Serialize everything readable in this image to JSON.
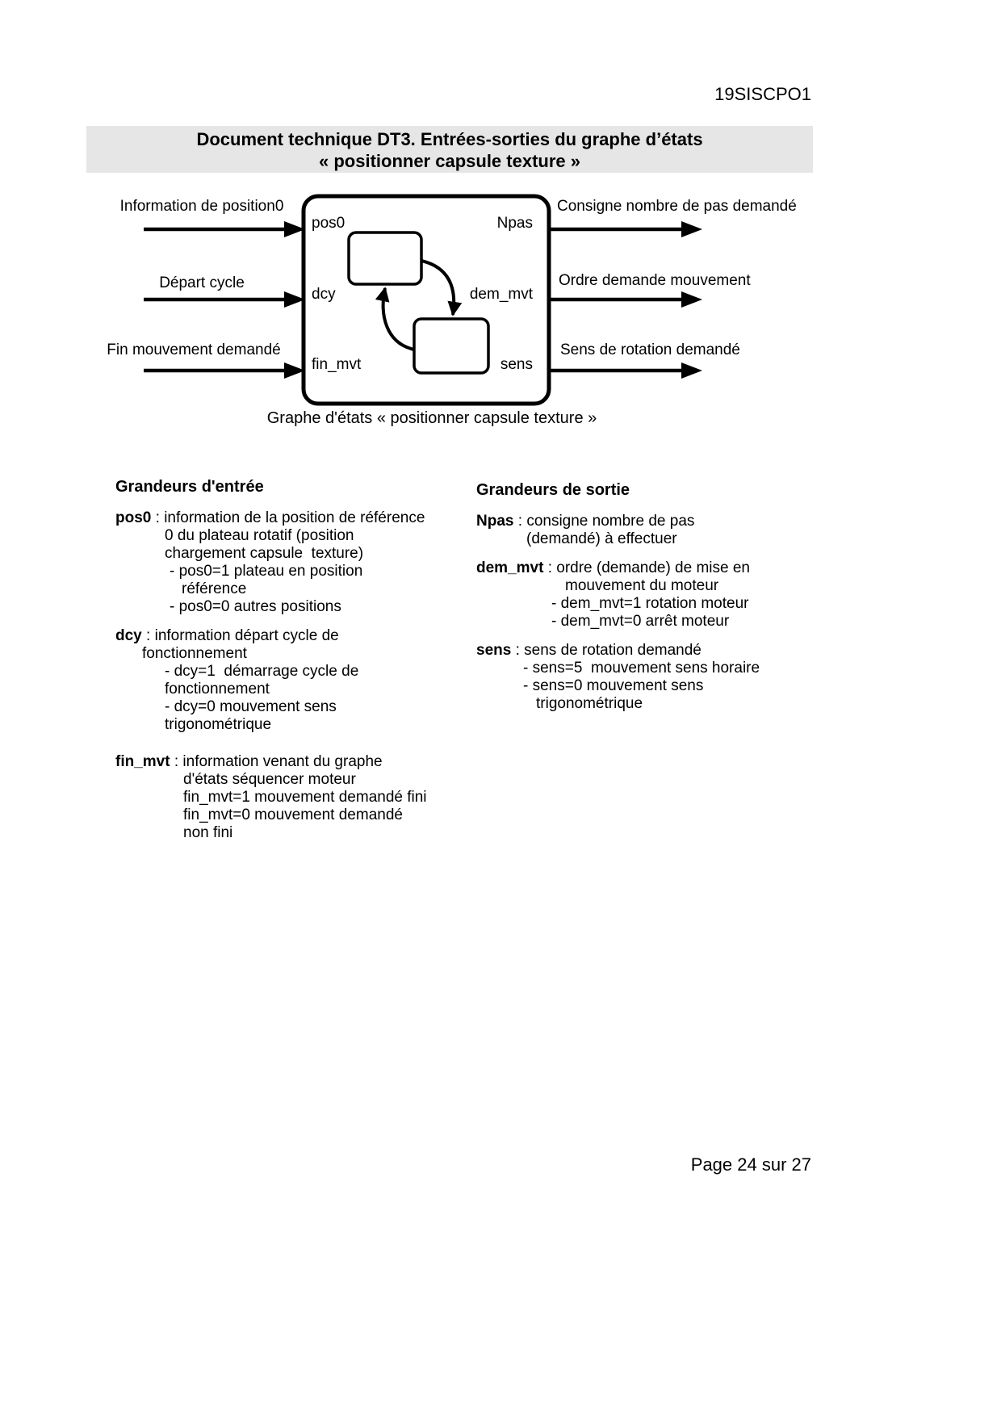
{
  "header": {
    "code": "19SISCPO1"
  },
  "title": {
    "line1": "Document technique DT3. Entrées-sorties du graphe d’états",
    "line2": "« positionner capsule texture »"
  },
  "colors": {
    "banner_bg": "#e6e6e6",
    "ink": "#000000",
    "paper": "#ffffff"
  },
  "diagram": {
    "inputs": [
      {
        "label": "Information de position0",
        "port": "pos0"
      },
      {
        "label": "Départ cycle",
        "port": "dcy"
      },
      {
        "label": "Fin mouvement demandé",
        "port": "fin_mvt"
      }
    ],
    "outputs": [
      {
        "port": "Npas",
        "label": "Consigne nombre de pas demandé"
      },
      {
        "port": "dem_mvt",
        "label": "Ordre demande mouvement"
      },
      {
        "port": "sens",
        "label": "Sens de rotation demandé"
      }
    ],
    "caption": "Graphe d'états « positionner capsule texture »"
  },
  "inputs_section": {
    "heading": "Grandeurs d'entrée",
    "items": [
      {
        "term": "pos0",
        "sep": " : ",
        "first": "information de la position de référence",
        "lines": [
          "0 du plateau rotatif (position",
          "chargement capsule  texture)",
          "- pos0=1 plateau en position",
          "référence",
          "- pos0=0 autres positions"
        ]
      },
      {
        "term": "dcy",
        "sep": " : ",
        "first": "information départ cycle de",
        "lines": [
          "fonctionnement",
          "- dcy=1  démarrage cycle de",
          "fonctionnement",
          "- dcy=0 mouvement sens",
          "trigonométrique"
        ]
      },
      {
        "term": "fin_mvt",
        "sep": " : ",
        "first": "information venant du graphe",
        "lines": [
          "d'états séquencer moteur",
          "fin_mvt=1 mouvement demandé fini",
          "fin_mvt=0 mouvement demandé",
          "non fini"
        ]
      }
    ]
  },
  "outputs_section": {
    "heading": "Grandeurs de sortie",
    "items": [
      {
        "term": "Npas",
        "sep": " : ",
        "first": "consigne nombre de pas",
        "lines": [
          "(demandé) à effectuer"
        ]
      },
      {
        "term": "dem_mvt",
        "sep": " : ",
        "first": "ordre (demande) de mise en",
        "lines": [
          "mouvement du moteur",
          "- dem_mvt=1 rotation moteur",
          "- dem_mvt=0 arrêt moteur"
        ]
      },
      {
        "term": "sens",
        "sep": " : ",
        "first": "sens de rotation demandé",
        "lines": [
          "- sens=5  mouvement sens horaire",
          "- sens=0 mouvement sens",
          "trigonométrique"
        ]
      }
    ]
  },
  "footer": {
    "page": "Page 24 sur 27"
  }
}
